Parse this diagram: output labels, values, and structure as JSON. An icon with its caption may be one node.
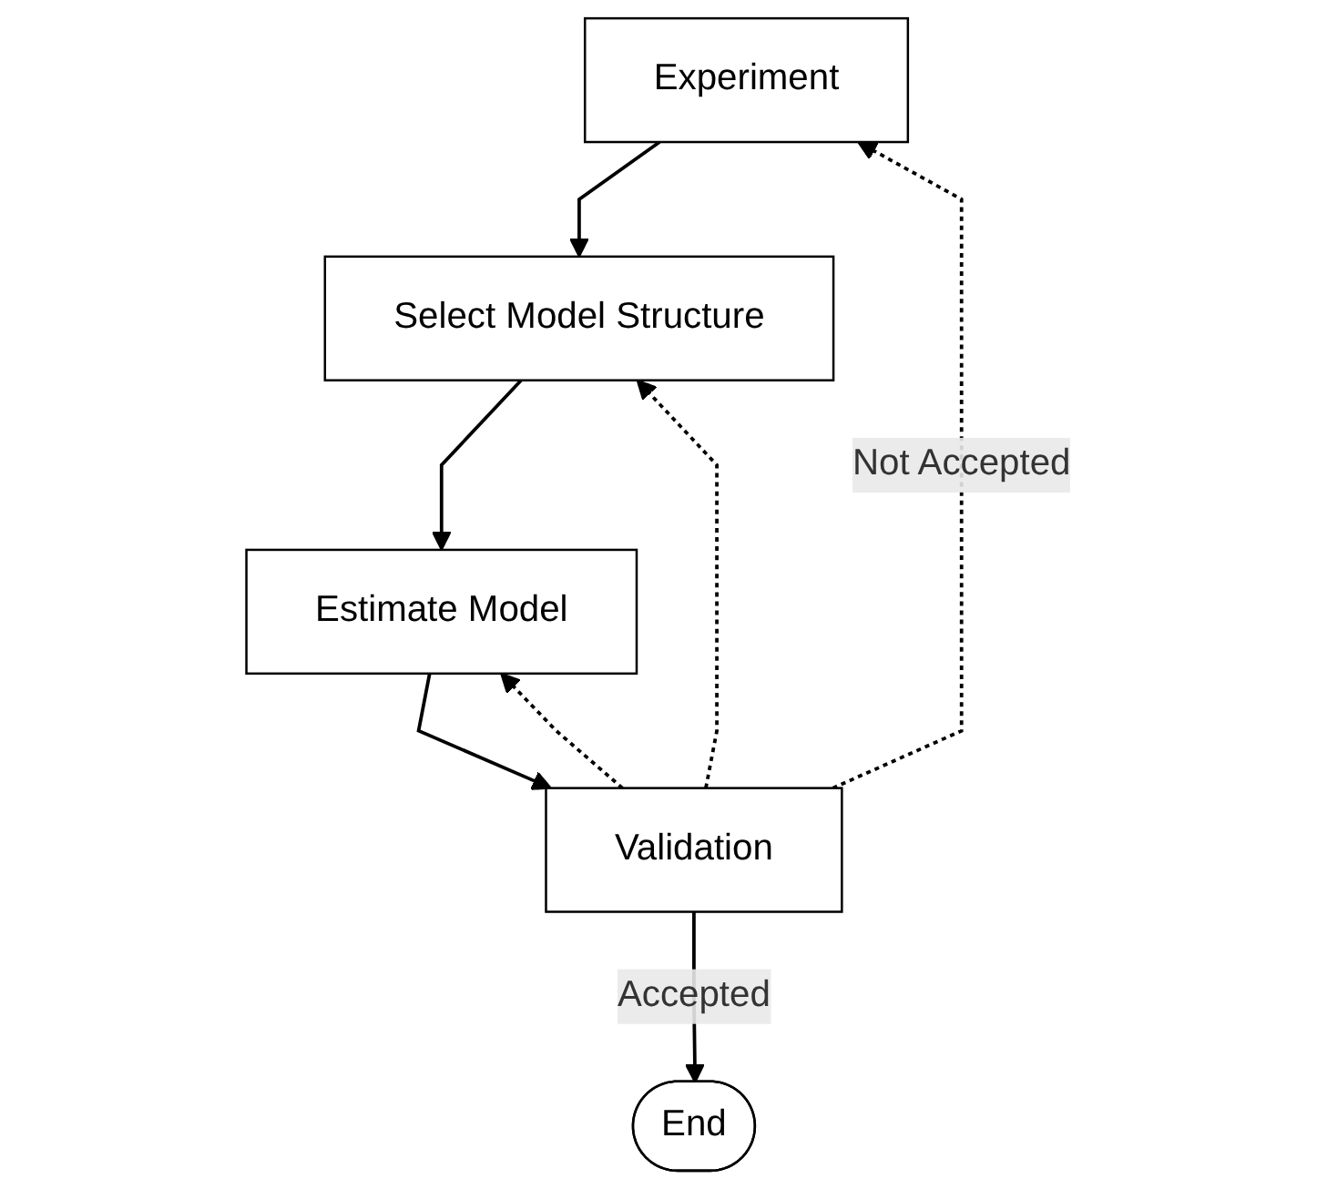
{
  "diagram": {
    "nodes": [
      {
        "text": [
          "Experiment"
        ]
      },
      {
        "text": [
          "Select Model Structure"
        ]
      },
      {
        "text": [
          "Estimate Model"
        ]
      },
      {
        "text": [
          "Validation"
        ]
      },
      {
        "text": [
          "End"
        ]
      }
    ],
    "edges": [
      {
        "from": 0,
        "to": 1,
        "arrow": "to"
      },
      {
        "from": 1,
        "to": 2,
        "arrow": "to"
      },
      {
        "from": 2,
        "to": 3,
        "arrow": "to"
      },
      {
        "from": 3,
        "to": 4,
        "arrow": "to",
        "label": "Accepted"
      },
      {
        "from": 3,
        "to": 0,
        "arrow": "to",
        "style": "dashed",
        "label": "Not Accepted"
      },
      {
        "from": 3,
        "to": 1,
        "arrow": "to",
        "style": "dashed"
      },
      {
        "from": 3,
        "to": 2,
        "arrow": "to",
        "style": "dashed"
      }
    ]
  }
}
